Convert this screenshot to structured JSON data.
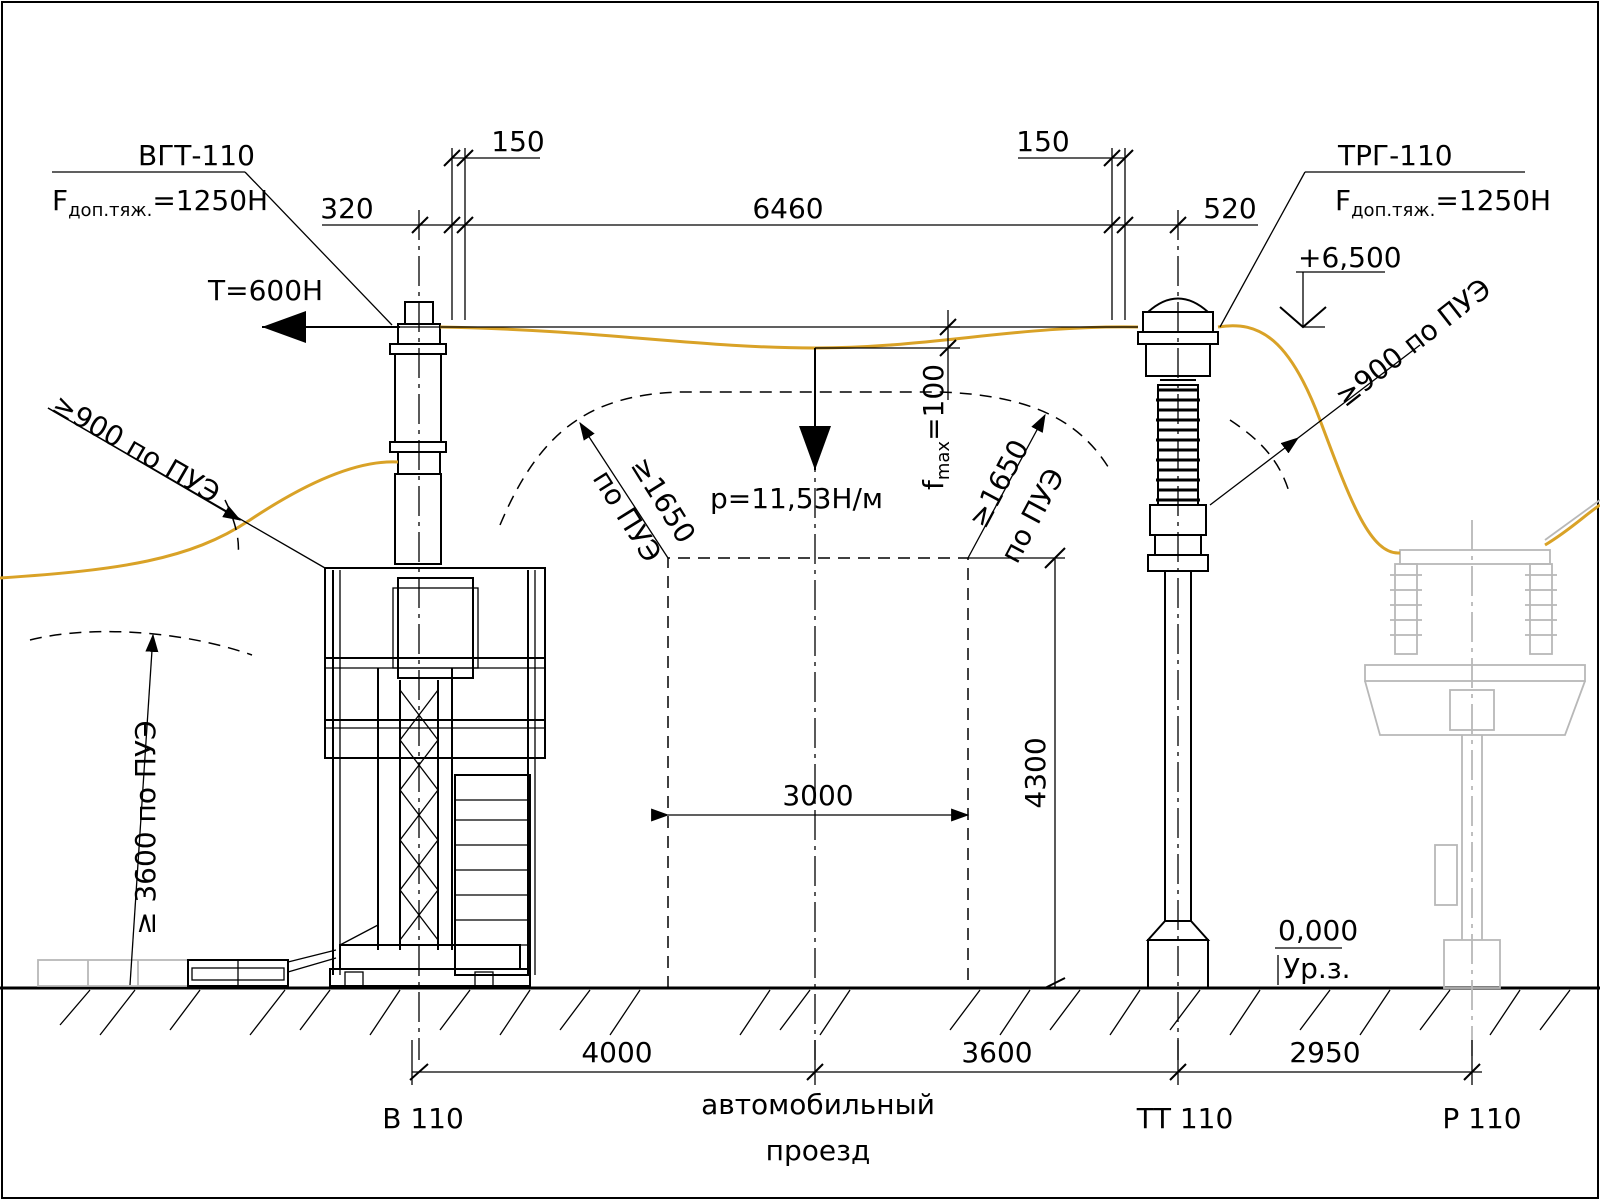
{
  "equipment": {
    "breaker_name": "ВГТ-110",
    "breaker_force_prefix": "F",
    "breaker_force_sub": "доп.тяж.",
    "breaker_force_value": "=1250Н",
    "ct_name": "ТРГ-110",
    "ct_force_prefix": "F",
    "ct_force_sub": "доп.тяж.",
    "ct_force_value": "=1250Н"
  },
  "dimensions": {
    "d150_left": "150",
    "d150_right": "150",
    "d320": "320",
    "d6460": "6460",
    "d520": "520",
    "d3000": "3000",
    "d4300": "4300",
    "d4000": "4000",
    "d3600": "3600",
    "d2950": "2950"
  },
  "loads": {
    "tension": "Т=600Н",
    "distributed_load": "p=11,53Н/м",
    "sag_prefix": "f",
    "sag_sub": "max",
    "sag_value": "=100"
  },
  "clearances": {
    "left_900": "≥900 по ПУЭ",
    "right_900": "≥900 по ПУЭ",
    "vertical_3600": "≥ 3600 по ПУЭ",
    "left_1650_top": "≥1650",
    "left_1650_bottom": "по ПУЭ",
    "right_1650_top": "≥1650",
    "right_1650_bottom": "по ПУЭ"
  },
  "levels": {
    "top_level": "+6,500",
    "ground_level": "0,000",
    "ground_label": "Ур.з."
  },
  "axes": {
    "b110": "В 110",
    "tt110": "ТТ 110",
    "p110": "Р 110"
  },
  "road": {
    "line1": "автомобильный",
    "line2": "проезд"
  },
  "colors": {
    "conductor": "#d9a227",
    "ghost_equipment": "#b8b8b8"
  }
}
